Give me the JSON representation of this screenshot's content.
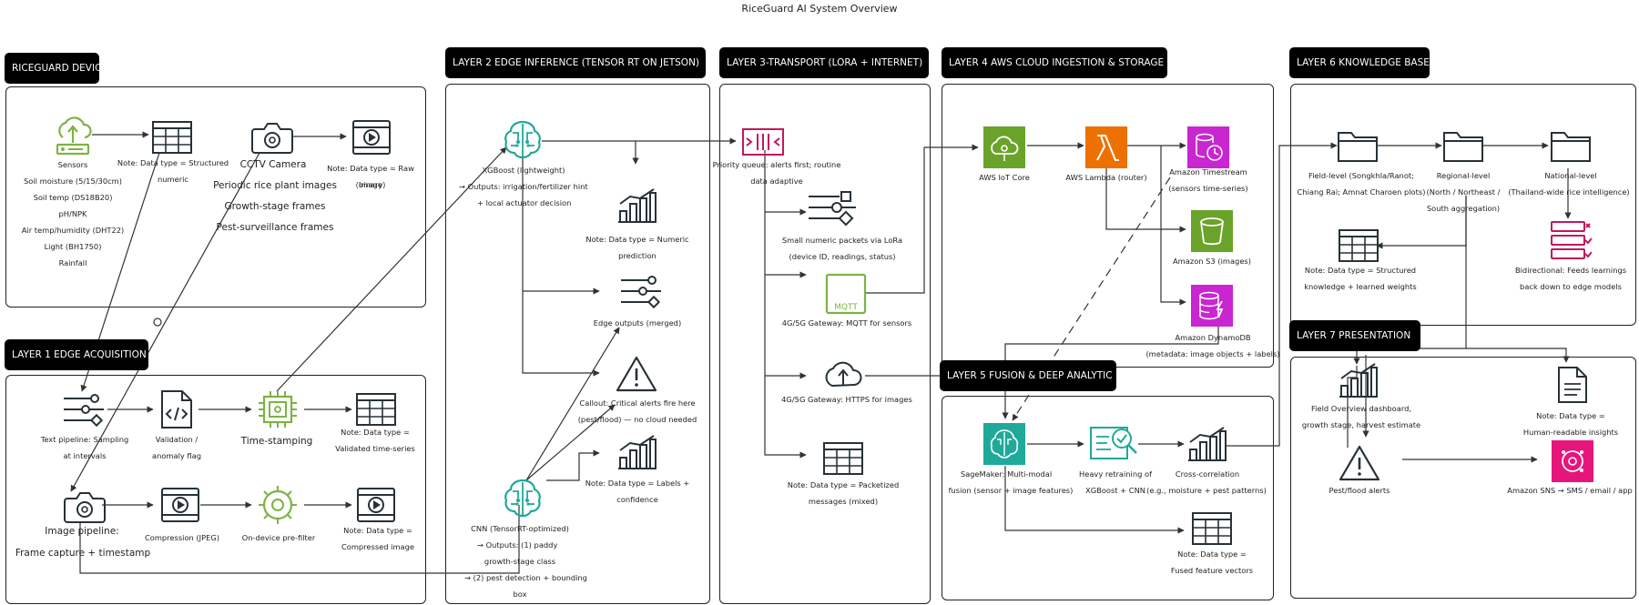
{
  "title": "RiceGuard AI System Overview",
  "colors": {
    "green_chip": "#7cb342",
    "teal": "#1fa99b",
    "pink": "#c2185b",
    "aws_green": "#6aa329",
    "aws_orange": "#ed7100",
    "aws_magenta": "#c925d1",
    "sns_pink": "#e7157b"
  },
  "device": {
    "tag": "RICEGUARD DEVICE",
    "sensors_label": "Sensors",
    "sensor_list": [
      "Soil moisture (5/15/30cm)",
      "Soil temp (DS18B20)",
      "pH/NPK",
      "Air temp/humidity (DHT22)",
      "Light (BH1750)",
      "Rainfall"
    ],
    "note_structured": [
      "Note: Data type = Structured",
      "numeric"
    ],
    "cctv_label": "CCTV Camera",
    "cctv_list": [
      "Periodic rice plant images",
      "Growth-stage frames",
      "Pest-surveillance frames"
    ],
    "note_raw": [
      "Note: Data type = Raw image",
      "(binary)"
    ]
  },
  "layer1": {
    "tag": "LAYER 1 EDGE ACQUISITION",
    "text_pipeline": [
      "Text pipeline: Sampling",
      "at intervals"
    ],
    "validation": [
      "Validation /",
      "anomaly flag"
    ],
    "timestamping": "Time-stamping",
    "note_validated": [
      "Note: Data type =",
      "Validated time-series"
    ],
    "image_pipeline": "Image pipeline:",
    "frame_capture": "Frame capture + timestamp",
    "compression": "Compression (JPEG)",
    "prefilter": "On-device pre-filter",
    "note_compressed": [
      "Note: Data type =",
      "Compressed image"
    ]
  },
  "layer2": {
    "tag": "LAYER 2 EDGE INFERENCE (TENSOR  RT ON JETSON)",
    "xgboost": [
      "XGBoost (lightweight)",
      "→  Outputs: irrigation/fertilizer hint",
      "+ local actuator decision"
    ],
    "note_numeric": [
      "Note: Data type = Numeric",
      "prediction"
    ],
    "edge_outputs": "Edge outputs (merged)",
    "callout": [
      "Callout: Critical alerts fire here",
      "(pest/flood) — no cloud needed"
    ],
    "note_labels": [
      "Note: Data type = Labels +",
      "confidence"
    ],
    "cnn": [
      "CNN (TensorRT-optimized)",
      "→  Outputs: (1) paddy",
      "growth-stage class",
      "→  (2) pest detection + bounding",
      "box"
    ]
  },
  "layer3": {
    "tag": "LAYER 3-TRANSPORT (LORA + INTERNET)",
    "priority": [
      "Priority queue: alerts first; routine",
      "data adaptive"
    ],
    "lora": [
      "Small numeric packets via LoRa",
      "(device ID, readings, status)"
    ],
    "mqtt_label": "4G/5G Gateway: MQTT for sensors",
    "mqtt_icon_text": "MQTT",
    "https_label": "4G/5G Gateway: HTTPS for images",
    "note_packetized": [
      "Note: Data type = Packetized",
      "messages (mixed)"
    ]
  },
  "layer4": {
    "tag": "LAYER 4 AWS CLOUD INGESTION & STORAGE",
    "iot_core": "AWS IoT Core",
    "lambda": "AWS Lambda (router)",
    "timestream": [
      "Amazon Timestream",
      "(sensors time-series)"
    ],
    "s3": "Amazon S3 (images)",
    "dynamodb": [
      "Amazon DynamoDB",
      "(metadata: image objects + labels)"
    ]
  },
  "layer5": {
    "tag": "LAYER 5 FUSION & DEEP ANALYTIC",
    "sagemaker": [
      "SageMaker: Multi-modal",
      "fusion (sensor + image features)"
    ],
    "retraining": [
      "Heavy retraining of",
      "XGBoost + CNN"
    ],
    "cross": [
      "Cross-correlation",
      "(e.g., moisture + pest patterns)"
    ],
    "note_fused": [
      "Note: Data type =",
      "Fused feature vectors"
    ]
  },
  "layer6": {
    "tag": "LAYER 6 KNOWLEDGE BASE",
    "field": [
      "Field-level (Songkhla/Ranot;",
      "Chiang Rai; Amnat Charoen plots)"
    ],
    "regional": [
      "Regional-level",
      "(North / Northeast /",
      "South aggregation)"
    ],
    "national": [
      "National-level",
      "(Thailand-wide rice intelligence)"
    ],
    "note_knowledge": [
      "Note: Data type = Structured",
      "knowledge + learned weights"
    ],
    "bidirectional": [
      "Bidirectional: Feeds learnings",
      "back down to edge models"
    ]
  },
  "layer7": {
    "tag": "LAYER 7 PRESENTATION",
    "dashboard": [
      "Field Overview dashboard,",
      "growth stage, harvest estimate"
    ],
    "note_readable": [
      "Note: Data type =",
      "Human-readable insights"
    ],
    "alerts": "Pest/flood alerts",
    "sns": "Amazon SNS  →  SMS / email / app"
  }
}
